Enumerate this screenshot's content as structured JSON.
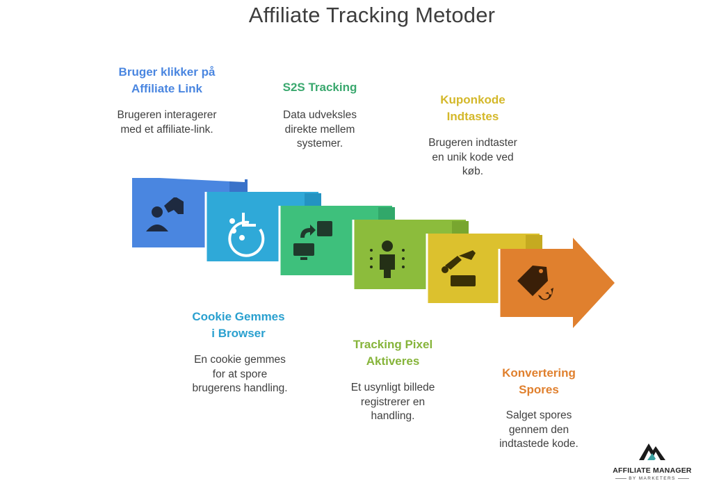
{
  "title": "Affiliate Tracking Metoder",
  "colors": {
    "step1": "#4a86e0",
    "step2": "#2fa9d8",
    "step3": "#3ec07c",
    "step4": "#8cbc3c",
    "step5": "#dcc12e",
    "step6": "#e0802e"
  },
  "steps": [
    {
      "heading_line1": "Bruger klikker på",
      "heading_line2": "Affiliate Link",
      "desc_line1": "Brugeren interagerer",
      "desc_line2": "med et affiliate-link.",
      "desc_line3": "",
      "icon": "user-click-icon"
    },
    {
      "heading_line1": "Cookie Gemmes",
      "heading_line2": "i Browser",
      "desc_line1": "En cookie gemmes",
      "desc_line2": "for at spore",
      "desc_line3": "brugerens handling.",
      "icon": "cookie-icon"
    },
    {
      "heading_line1": "S2S Tracking",
      "heading_line2": "",
      "desc_line1": "Data udveksles",
      "desc_line2": "direkte mellem",
      "desc_line3": "systemer.",
      "icon": "server-exchange-icon"
    },
    {
      "heading_line1": "Tracking Pixel",
      "heading_line2": "Aktiveres",
      "desc_line1": "Et usynligt billede",
      "desc_line2": "registrerer en",
      "desc_line3": "handling.",
      "icon": "person-tracking-icon"
    },
    {
      "heading_line1": "Kuponkode",
      "heading_line2": "Indtastes",
      "desc_line1": "Brugeren indtaster",
      "desc_line2": "en unik kode ved",
      "desc_line3": "køb.",
      "icon": "robot-arm-icon"
    },
    {
      "heading_line1": "Konvertering",
      "heading_line2": "Spores",
      "desc_line1": "Salget spores",
      "desc_line2": "gennem den",
      "desc_line3": "indtastede kode.",
      "icon": "tag-refresh-icon"
    }
  ],
  "logo": {
    "main": "AFFILIATE MANAGER",
    "sub": "BY MARKETERS"
  }
}
